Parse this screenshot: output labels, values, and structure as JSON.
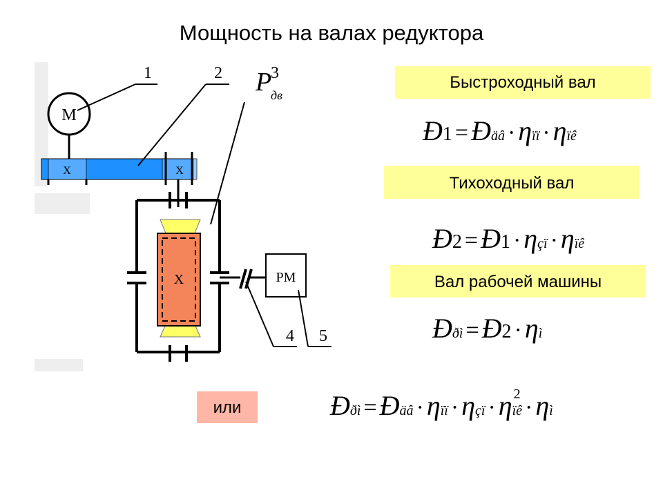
{
  "title": "Мощность на валах редуктора",
  "labels": {
    "fast_shaft": "Быстроходный вал",
    "slow_shaft": "Тихоходный вал",
    "machine_shaft": "Вал рабочей машины",
    "or": "или"
  },
  "colors": {
    "label_bg": "#ffff99",
    "or_bg": "#ffb6a6",
    "belt": "#1e90ff",
    "gear": "#f4845a",
    "gear_flank": "#ffff66"
  },
  "diagram": {
    "motor": "M",
    "machine": "PM",
    "gear_center": "X",
    "gear_left": "X",
    "gear_right": "X",
    "p_symbol": "P",
    "p_subscript": "дв",
    "callout_1": "1",
    "callout_2": "2",
    "callout_3": "3",
    "callout_4": "4",
    "callout_5": "5"
  },
  "formulas": {
    "f1": {
      "lhs": "Đ",
      "lhs_sub": "1",
      "rhs": "Đ",
      "rhs_sub": "äâ",
      "eta1_sub": "ïï",
      "eta2_sub": "ïê"
    },
    "f2": {
      "lhs": "Đ",
      "lhs_sub": "2",
      "rhs": "Đ",
      "rhs_sub": "1",
      "eta1_sub": "çï",
      "eta2_sub": "ïê"
    },
    "f3": {
      "lhs": "Đ",
      "lhs_sub": "ðì",
      "rhs": "Đ",
      "rhs_sub": "2",
      "eta1_sub": "ì"
    },
    "f4": {
      "lhs": "Đ",
      "lhs_sub": "ðì",
      "rhs": "Đ",
      "rhs_sub": "äâ",
      "eta1_sub": "ïï",
      "eta2_sub": "çï",
      "eta3_sub": "ïê",
      "eta3_sup": "2",
      "eta4_sub": "ì"
    },
    "eq": "=",
    "dot": "·",
    "eta": "η"
  }
}
